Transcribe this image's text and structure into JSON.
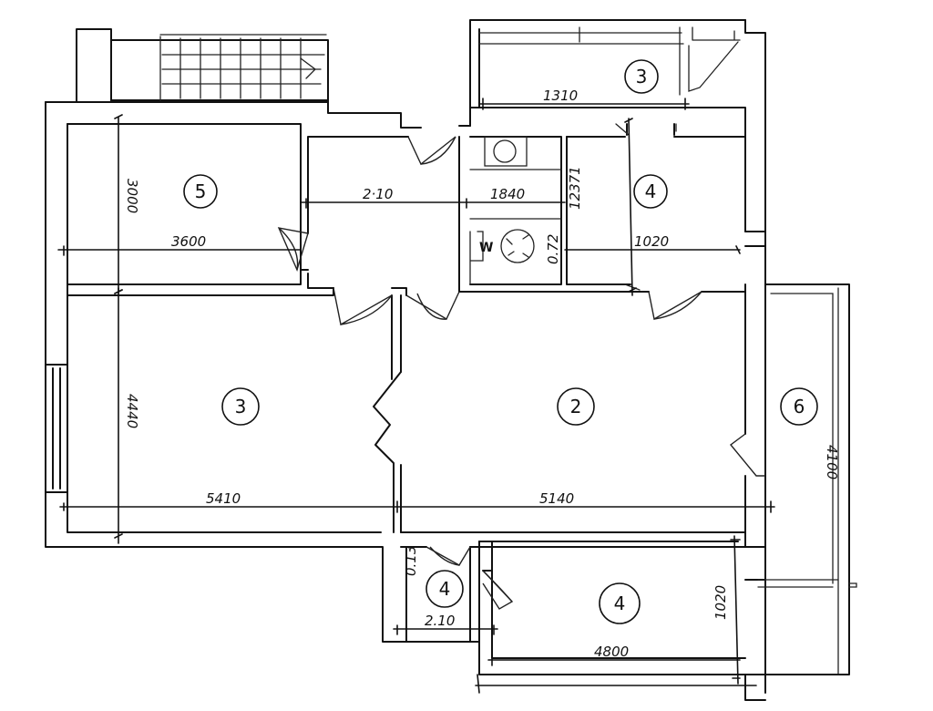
{
  "rooms": [
    {
      "id": "3-top",
      "label": "3"
    },
    {
      "id": "5",
      "label": "5"
    },
    {
      "id": "4-right",
      "label": "4"
    },
    {
      "id": "3-main",
      "label": "3"
    },
    {
      "id": "2",
      "label": "2"
    },
    {
      "id": "6",
      "label": "6"
    },
    {
      "id": "4-small",
      "label": "4"
    },
    {
      "id": "4-bottom",
      "label": "4"
    }
  ],
  "dimensions": {
    "d1310": "1310",
    "d3000": "3000",
    "d2_10_top": "2·10",
    "d1840": "1840",
    "d12371": "12371",
    "d3600": "3600",
    "d0_72": "0.72",
    "d1020_top": "1020",
    "d4440": "4440",
    "d5410": "5410",
    "d5140": "5140",
    "d4100": "4100",
    "d0_13": "0.13",
    "d1020_bottom": "1020",
    "d2_10_bottom": "2.10",
    "d4800": "4800"
  },
  "fixtures": {
    "washer_label": "W"
  }
}
